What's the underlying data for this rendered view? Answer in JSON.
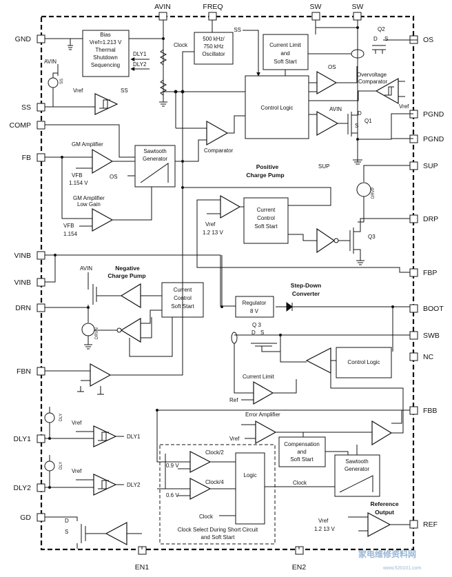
{
  "pins": {
    "top": {
      "avin": "AVIN",
      "freq": "FREQ",
      "sw1": "SW",
      "sw2": "SW"
    },
    "left": {
      "gnd": "GND",
      "ss": "SS",
      "comp": "COMP",
      "fb": "FB",
      "vinb1": "VINB",
      "vinb2": "VINB",
      "drn": "DRN",
      "fbn": "FBN",
      "dly1": "DLY1",
      "dly2": "DLY2",
      "gd": "GD"
    },
    "right": {
      "os": "OS",
      "pgnd1": "PGND",
      "pgnd2": "PGND",
      "sup": "SUP",
      "drp": "DRP",
      "fbp": "FBP",
      "boot": "BOOT",
      "swb": "SWB",
      "nc": "NC",
      "fbb": "FBB",
      "ref": "REF"
    },
    "bottom": {
      "en1": "EN1",
      "en2": "EN2"
    }
  },
  "blocks": {
    "bias": [
      "Bias",
      "Vref=1.213 V",
      "Thermal",
      "Shutdown",
      "Sequencing"
    ],
    "oscillator": [
      "500 kHz/",
      "750 kHz",
      "Oscillator"
    ],
    "current_limit_top": [
      "Current Limit",
      "and",
      "Soft Start"
    ],
    "control_logic_main": "Control Logic",
    "sawtooth_top": [
      "Sawtooth",
      "Generator"
    ],
    "pcp_control": [
      "Current",
      "Control",
      "Soft Start"
    ],
    "ncp_control": [
      "Current",
      "Control",
      "Soft Start"
    ],
    "regulator": [
      "Regulator",
      "8 V"
    ],
    "control_logic_buck": "Control Logic",
    "compensation": [
      "Compensation",
      "and",
      "Soft Start"
    ],
    "sawtooth_bottom": [
      "Sawtooth",
      "Generator"
    ],
    "logic": "Logic"
  },
  "labels": {
    "avin_ss": "AVIN",
    "i_ss": "SS",
    "vref_ss": "Vref",
    "ss_comp": "SS",
    "dly1_sig": "DLY1",
    "dly2_sig": "DLY2",
    "clock_top": "Clock",
    "ss_wire": "SS",
    "os_sig": "OS",
    "ovp": [
      "Overvoltage",
      "Comparator"
    ],
    "vref_ovp": "Vref",
    "avin_q1": "AVIN",
    "q1": "Q1",
    "d_q1": "D",
    "s_q1": "S",
    "q2": "Q2",
    "d_q2": "D",
    "s_q2": "S",
    "gm_amp": "GM Amplifier",
    "vfb_top": [
      "VFB",
      "1.154 V"
    ],
    "os_saw": "OS",
    "comparator": "Comparator",
    "gm_low": [
      "GM Amplifier",
      "Low Gain"
    ],
    "vfb_low": [
      "VFB",
      "1.154"
    ],
    "pos_cp": [
      "Positive",
      "Charge Pump"
    ],
    "sup_sig": "SUP",
    "i_drvp": "DRVP",
    "vref_pcp": [
      "Vref",
      "1.2 13 V"
    ],
    "q3_pcp": "Q3",
    "neg_cp": [
      "Negative",
      "Charge Pump"
    ],
    "avin_ncp": "AVIN",
    "i_drvn": "DRVN",
    "stepdown": [
      "Step-Down",
      "Converter"
    ],
    "q3_buck": "Q 3",
    "d_q3": "D",
    "s_q3": "S",
    "current_limit_buck": "Current Limit",
    "ref_cl": "Ref",
    "error_amp": "Error Amplifier",
    "vref_ea": "Vref",
    "vref_dly1": "Vref",
    "i_dly1": "DLY",
    "vref_dly2": "Vref",
    "i_dly2": "DLY",
    "clock2": "Clock/2",
    "clock4": "Clock/4",
    "v09": "0.9 V",
    "v06": "0.6 V",
    "clock_logic": "Clock",
    "clock_saw": "Clock",
    "clock_select": [
      "Clock Select During Short Circuit",
      "and Soft Start"
    ],
    "ref_out": [
      "Reference",
      "Output"
    ],
    "vref_ref": [
      "Vref",
      "1.2 13 V"
    ],
    "d_gd": "D",
    "s_gd": "S"
  },
  "watermark": {
    "cn": "家电维修资料网",
    "url": "www.520101.com"
  }
}
